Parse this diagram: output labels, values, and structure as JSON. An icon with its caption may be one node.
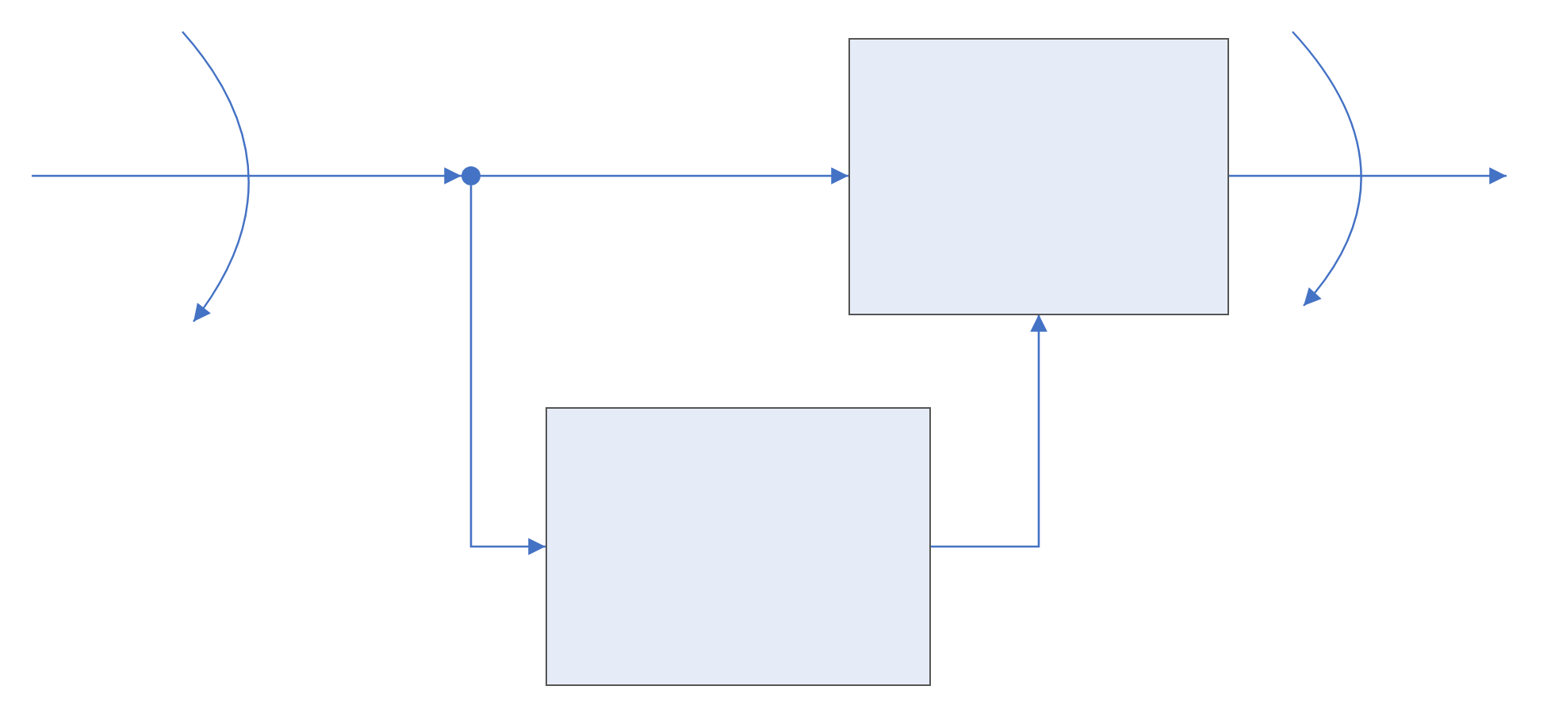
{
  "diagram": {
    "nodes": [
      {
        "text": [],
        "shape": "circle"
      },
      {
        "text": [],
        "shape": "box"
      },
      {
        "text": [],
        "shape": "box"
      }
    ],
    "edges": [
      {
        "from": null,
        "to": 0,
        "arrow": "to"
      },
      {
        "from": 0,
        "to": 1,
        "arrow": "to"
      },
      {
        "from": 0,
        "to": 2,
        "arrow": "to"
      },
      {
        "from": 2,
        "to": 1,
        "arrow": "to"
      },
      {
        "from": 1,
        "to": null,
        "arrow": "to"
      }
    ]
  }
}
